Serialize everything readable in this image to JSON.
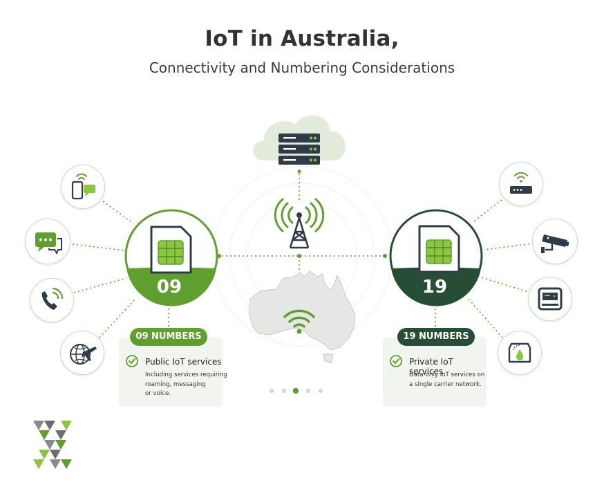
{
  "title": "IoT in Australia,",
  "subtitle": "Connectivity and Numbering Considerations",
  "left_panel": {
    "number": "09",
    "pill": "09 NUMBERS",
    "card_title": "Public IoT services",
    "card_desc_lines": [
      "Including services requiring",
      "roaming, messaging",
      "or voice."
    ],
    "icons": [
      "phone-message-icon",
      "chat-bubbles-icon",
      "phone-call-icon",
      "globe-plane-icon"
    ]
  },
  "right_panel": {
    "number": "19",
    "pill": "19 NUMBERS",
    "card_title": "Private IoT services",
    "card_desc_lines": [
      "Data-only IoT services on",
      "a single carrier network."
    ],
    "icons": [
      "router-icon",
      "security-camera-icon",
      "smart-meter-icon",
      "water-meter-icon"
    ]
  },
  "center": {
    "cloud_icon": "cloud-server-icon",
    "tower_icon": "cell-tower-icon",
    "map_icon": "australia-map-icon",
    "wifi_icon": "wifi-icon"
  },
  "carousel": {
    "count": 5,
    "active_index": 2
  },
  "colors": {
    "green": "#5e9f2e",
    "light_green": "#8cc63f",
    "dark_green": "#264d36",
    "text": "#333333",
    "card_bg": "#f2f4ef"
  }
}
